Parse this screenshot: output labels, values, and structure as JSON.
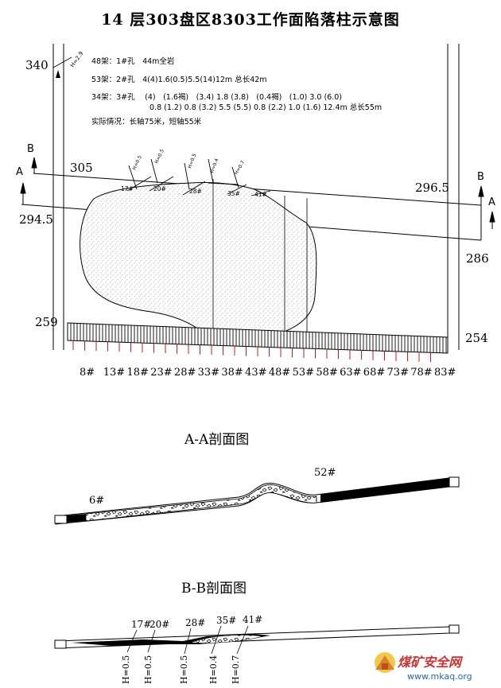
{
  "title": "14 层303盘区8303工作面陷落柱示意图",
  "plan": {
    "elev_340": "340",
    "elev_305": "305",
    "elev_296_5": "296.5",
    "elev_294_5": "294.5",
    "elev_286": "286",
    "elev_259": "259",
    "elev_254": "254",
    "section_a": "A",
    "section_b": "B",
    "corner_mark": "H=2.9",
    "notes": [
      "48架：1#孔　44m全岩",
      "53架：2#孔　4(4)1.6(0.5)5.5(14)12m 总长42m",
      "34架：3#孔　 (4)　(1.6褐)　(3.4) 1.8 (3.8)　(0.4褐)　(1.0) 3.0 (6.0)",
      "0.8 (1.2) 0.8 (3.2) 5.5 (5.5) 0.8 (2.2) 1.0 (1.6) 12.4m 总长55m",
      "实际情况：长轴75米，短轴55米"
    ],
    "hole_labels": [
      "17#",
      "20#",
      "28#",
      "35#",
      "41#"
    ],
    "h_labels": [
      "H=0.5",
      "H=0.5",
      "H=0.5",
      "H=0.4",
      "H=0.7"
    ],
    "support_labels": [
      "8#",
      "13#",
      "18#",
      "23#",
      "28#",
      "33#",
      "38#",
      "43#",
      "48#",
      "53#",
      "58#",
      "63#",
      "68#",
      "73#",
      "78#",
      "83#"
    ]
  },
  "section_aa": {
    "title": "A-A剖面图",
    "label_left": "6#",
    "label_right": "52#"
  },
  "section_bb": {
    "title": "B-B剖面图",
    "hole_labels": [
      "17#",
      "20#",
      "28#",
      "35#",
      "41#"
    ],
    "h_labels": [
      "H=0.5",
      "H=0.5",
      "H=0.5",
      "H=0.4",
      "H=0.7"
    ]
  },
  "watermark": {
    "brand": "煤矿安全网",
    "url": "www.mkaq.org"
  },
  "colors": {
    "ink": "#000000",
    "tick_red": "#d01818",
    "hatch_fill": "#ffffff",
    "stipple": "#cfcfcf",
    "watermark_brand": "#cc3333",
    "watermark_url": "#2a6aa8"
  }
}
